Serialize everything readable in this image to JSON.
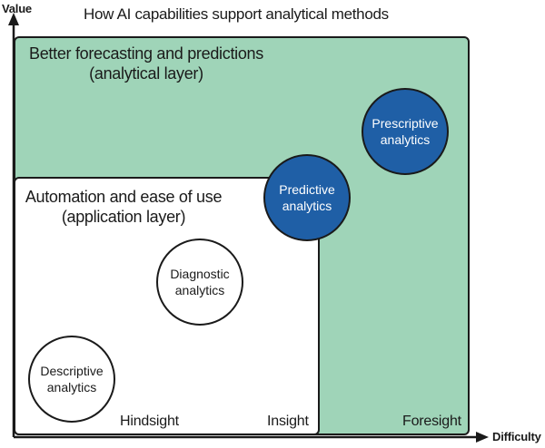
{
  "axes": {
    "y_label": "Value",
    "x_label": "Difficulty"
  },
  "title": "How AI capabilities support analytical methods",
  "layers": {
    "analytical": {
      "line1": "Better forecasting and predictions",
      "line2": "(analytical layer)"
    },
    "application": {
      "line1": "Automation and ease of use",
      "line2": "(application layer)"
    }
  },
  "circles": {
    "descriptive": {
      "line1": "Descriptive",
      "line2": "analytics"
    },
    "diagnostic": {
      "line1": "Diagnostic",
      "line2": "analytics"
    },
    "predictive": {
      "line1": "Predictive",
      "line2": "analytics"
    },
    "prescriptive": {
      "line1": "Prescriptive",
      "line2": "analytics"
    }
  },
  "zones": {
    "hindsight": "Hindsight",
    "insight": "Insight",
    "foresight": "Foresight"
  },
  "colors": {
    "analytical_layer_fill": "#9fd4b8",
    "application_layer_fill": "#ffffff",
    "highlight_circle_fill": "#1f5fa6",
    "outline": "#1a1a1a"
  }
}
